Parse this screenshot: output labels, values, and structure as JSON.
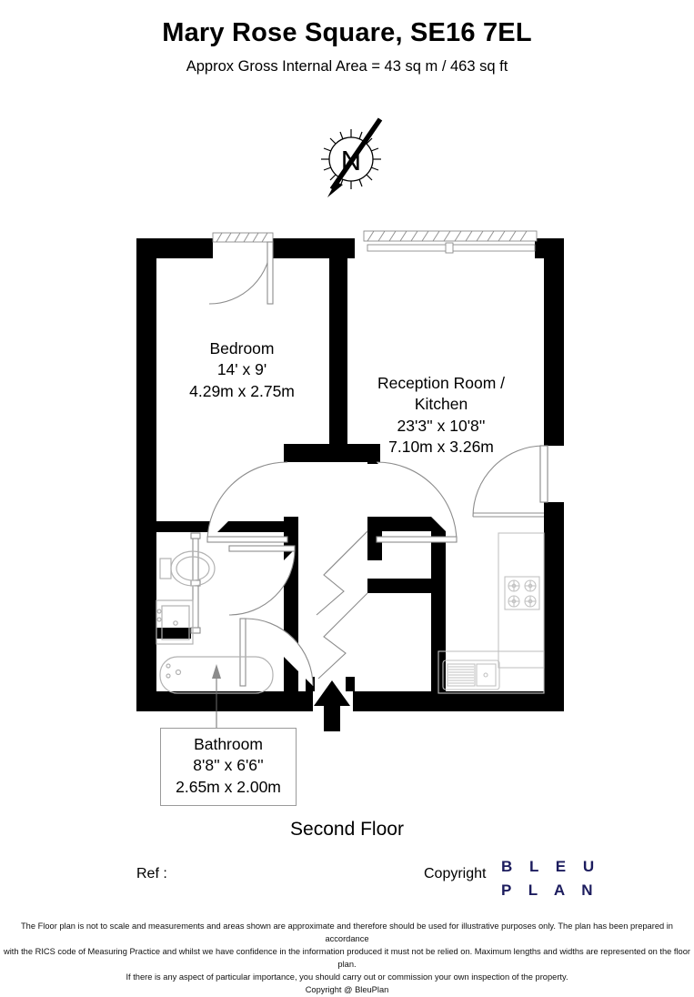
{
  "header": {
    "title": "Mary Rose Square, SE16 7EL",
    "subtitle": "Approx Gross Internal Area = 43 sq m / 463 sq ft"
  },
  "compass": {
    "north_letter": "N",
    "direction": "arrow points down-left (north to upper-right)"
  },
  "rooms": [
    {
      "name": "Bedroom",
      "dimensions_imperial": "14' x 9'",
      "dimensions_metric": "4.29m x 2.75m"
    },
    {
      "name": "Reception Room /",
      "name_line2": "Kitchen",
      "dimensions_imperial": "23'3'' x 10'8''",
      "dimensions_metric": "7.10m x 3.26m"
    },
    {
      "name": "Bathroom",
      "dimensions_imperial": "8'8'' x 6'6''",
      "dimensions_metric": "2.65m x 2.00m"
    }
  ],
  "fixtures": [
    "toilet",
    "wash-basin",
    "bathtub",
    "kitchen-hob",
    "kitchen-sink"
  ],
  "footer": {
    "floor_name": "Second Floor",
    "ref_label": "Ref  :",
    "ref_value": "",
    "copyright_label": "Copyright",
    "logo_line1": "B L E U",
    "logo_line2": "P L A N",
    "logo_color": "#1c1c5e",
    "disclaimer_line1": "The Floor plan is not to scale and measurements and areas shown are approximate and therefore should be used for illustrative purposes only. The plan has been prepared in accordance",
    "disclaimer_line2": "with the RICS code of Measuring Practice and whilst we have confidence in the information produced it must not be relied on. Maximum lengths and widths are represented on the floor plan.",
    "disclaimer_line3": "If there is any aspect of particular importance, you should carry out or commission your own inspection of the property.",
    "disclaimer_line4": "Copyright @ BleuPlan"
  },
  "colors": {
    "wall": "#000000",
    "background": "#ffffff",
    "fixture_stroke": "#b5b5b5",
    "label_box_border": "#9a9a9a",
    "logo": "#1c1c5e"
  }
}
